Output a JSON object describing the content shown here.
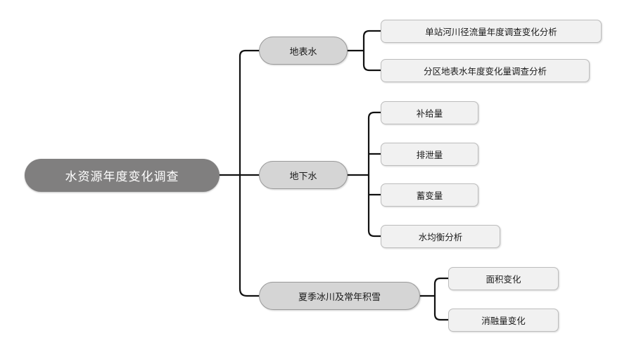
{
  "diagram": {
    "type": "mind-map",
    "orientation": "left-to-right",
    "colors": {
      "root_fill": "#807f7f",
      "root_text": "#ffffff",
      "level2_fill": "#d5d5d5",
      "level2_border": "#9a9a9a",
      "level3_fill": "#f1f1f1",
      "level3_border": "#bdbdbd",
      "connector": "#111111",
      "background": "#ffffff"
    },
    "root": {
      "label": "水资源年度变化调查"
    },
    "branches": [
      {
        "label": "地表水",
        "children": [
          {
            "label": "单站河川径流量年度调查变化分析"
          },
          {
            "label": "分区地表水年度变化量调查分析"
          }
        ]
      },
      {
        "label": "地下水",
        "children": [
          {
            "label": "补给量"
          },
          {
            "label": "排泄量"
          },
          {
            "label": "蓄变量"
          },
          {
            "label": "水均衡分析"
          }
        ]
      },
      {
        "label": "夏季冰川及常年积雪",
        "children": [
          {
            "label": "面积变化"
          },
          {
            "label": "消融量变化"
          }
        ]
      }
    ]
  }
}
